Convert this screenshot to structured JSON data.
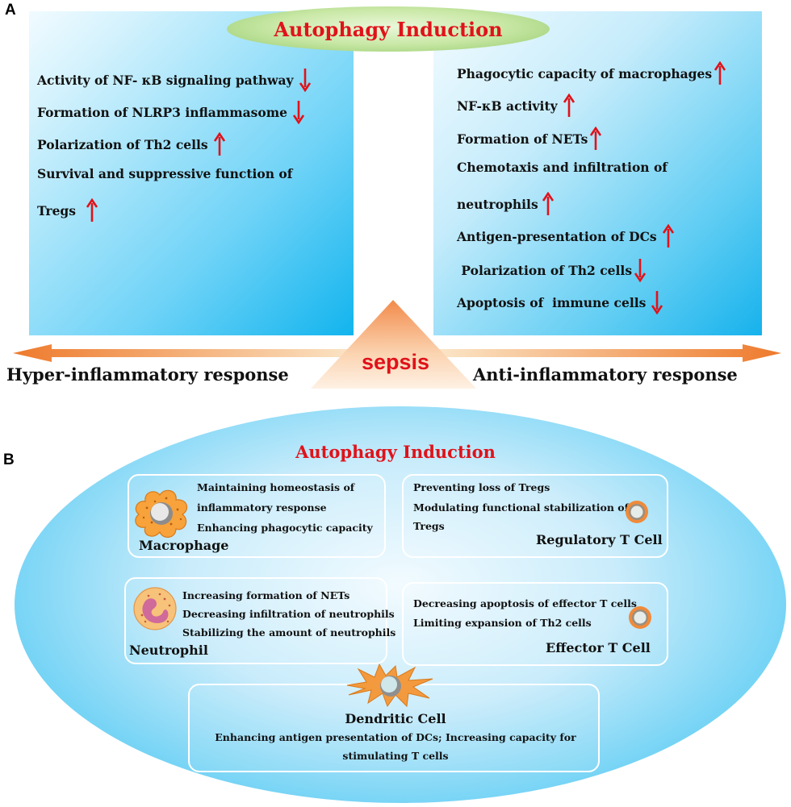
{
  "panel_a": {
    "letter": "A",
    "title": "Autophagy Induction",
    "left_items": [
      {
        "text": "Activity of NF- κB signaling pathway",
        "direction": "down"
      },
      {
        "text": "Formation of NLRP3  inflammasome",
        "direction": "down"
      },
      {
        "text": "Polarization of Th2 cells",
        "direction": "up"
      },
      {
        "text": "Survival and suppressive function of",
        "direction": "none"
      },
      {
        "text": "Tregs",
        "direction": "up"
      }
    ],
    "right_items": [
      {
        "text": "Phagocytic capacity of macrophages",
        "direction": "up"
      },
      {
        "text": "NF-κB activity",
        "direction": "up"
      },
      {
        "text": "Formation of NETs",
        "direction": "up"
      },
      {
        "text": "Chemotaxis and infiltration of",
        "direction": "none"
      },
      {
        "text": "neutrophils",
        "direction": "up"
      },
      {
        "text": "Antigen-presentation of DCs",
        "direction": "up"
      },
      {
        "text": " Polarization of Th2 cells",
        "direction": "down"
      },
      {
        "text": "Apoptosis of  immune cells",
        "direction": "down"
      }
    ],
    "center": "sepsis",
    "left_response": "Hyper-inflammatory response",
    "right_response": "Anti-inflammatory response"
  },
  "panel_b": {
    "letter": "B",
    "title": "Autophagy Induction",
    "macrophage": {
      "name": "Macrophage",
      "lines": [
        "Maintaining homeostasis of",
        "inflammatory  response",
        "Enhancing phagocytic capacity"
      ]
    },
    "treg": {
      "name": "Regulatory T Cell",
      "lines": [
        "Preventing loss of Tregs",
        "Modulating functional stabilization of",
        "Tregs"
      ]
    },
    "neutrophil": {
      "name": "Neutrophil",
      "lines": [
        "Increasing formation of NETs",
        "Decreasing infiltration of neutrophils",
        "Stabilizing the amount of neutrophils"
      ]
    },
    "effector": {
      "name": "Effector T Cell",
      "lines": [
        "Decreasing  apoptosis of effector T cells",
        "Limiting expansion of Th2 cells"
      ]
    },
    "dendritic": {
      "name": "Dendritic Cell",
      "lines": [
        "Enhancing antigen presentation of DCs; Increasing capacity for",
        "stimulating T cells"
      ]
    }
  },
  "colors": {
    "accent_red": "#e0121a",
    "box_blue": "#12b4ee",
    "ellipse_green": "#93c96b",
    "arrow_orange": "#ee7a2c"
  }
}
